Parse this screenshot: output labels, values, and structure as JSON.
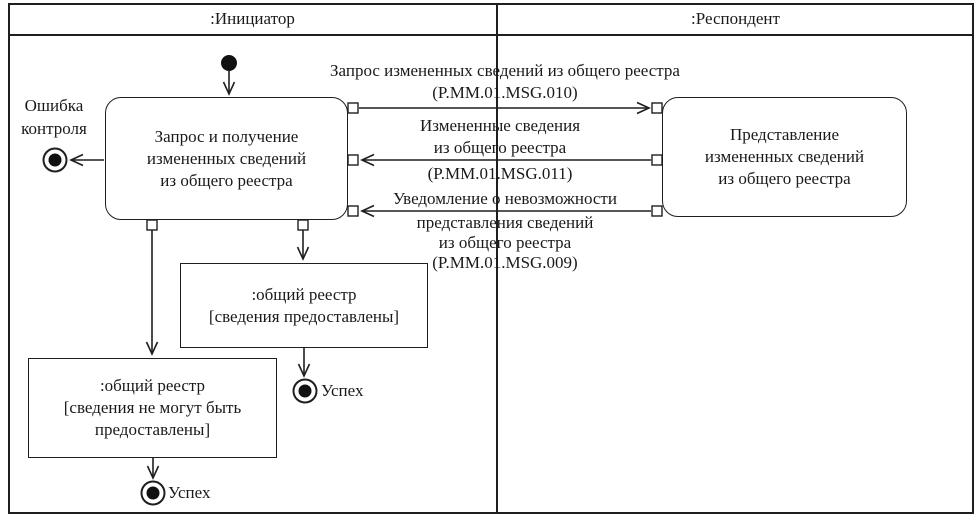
{
  "lanes": {
    "initiator": {
      "label": ":Инициатор"
    },
    "respondent": {
      "label": ":Респондент"
    }
  },
  "nodes": {
    "activity_request": {
      "label": "Запрос и получение\nизмененных сведений\nиз общего реестра"
    },
    "activity_provide": {
      "label": "Представление\nизмененных сведений\nиз общего реестра"
    },
    "object_provided": {
      "label": ":общий реестр\n[сведения предоставлены]"
    },
    "object_not_provided": {
      "label": ":общий реестр\n[сведения не могут быть\nпредоставлены]"
    },
    "final_error": {
      "label": "Ошибка\nконтроля"
    },
    "final_success_mid": {
      "label": "Успех"
    },
    "final_success_bottom": {
      "label": "Успех"
    }
  },
  "messages": {
    "request": {
      "above": "Запрос измененных сведений из общего реестра\n(P.MM.01.MSG.010)"
    },
    "changed_info": {
      "above": "Измененные сведения\nиз общего реестра",
      "below": "(P.MM.01.MSG.011)"
    },
    "impossible": {
      "above": "Уведомление о невозможности",
      "below": "представления сведений\nиз общего реестра\n(P.MM.01.MSG.009)"
    }
  },
  "colors": {
    "line": "#1f1f1f",
    "background": "#ffffff"
  }
}
